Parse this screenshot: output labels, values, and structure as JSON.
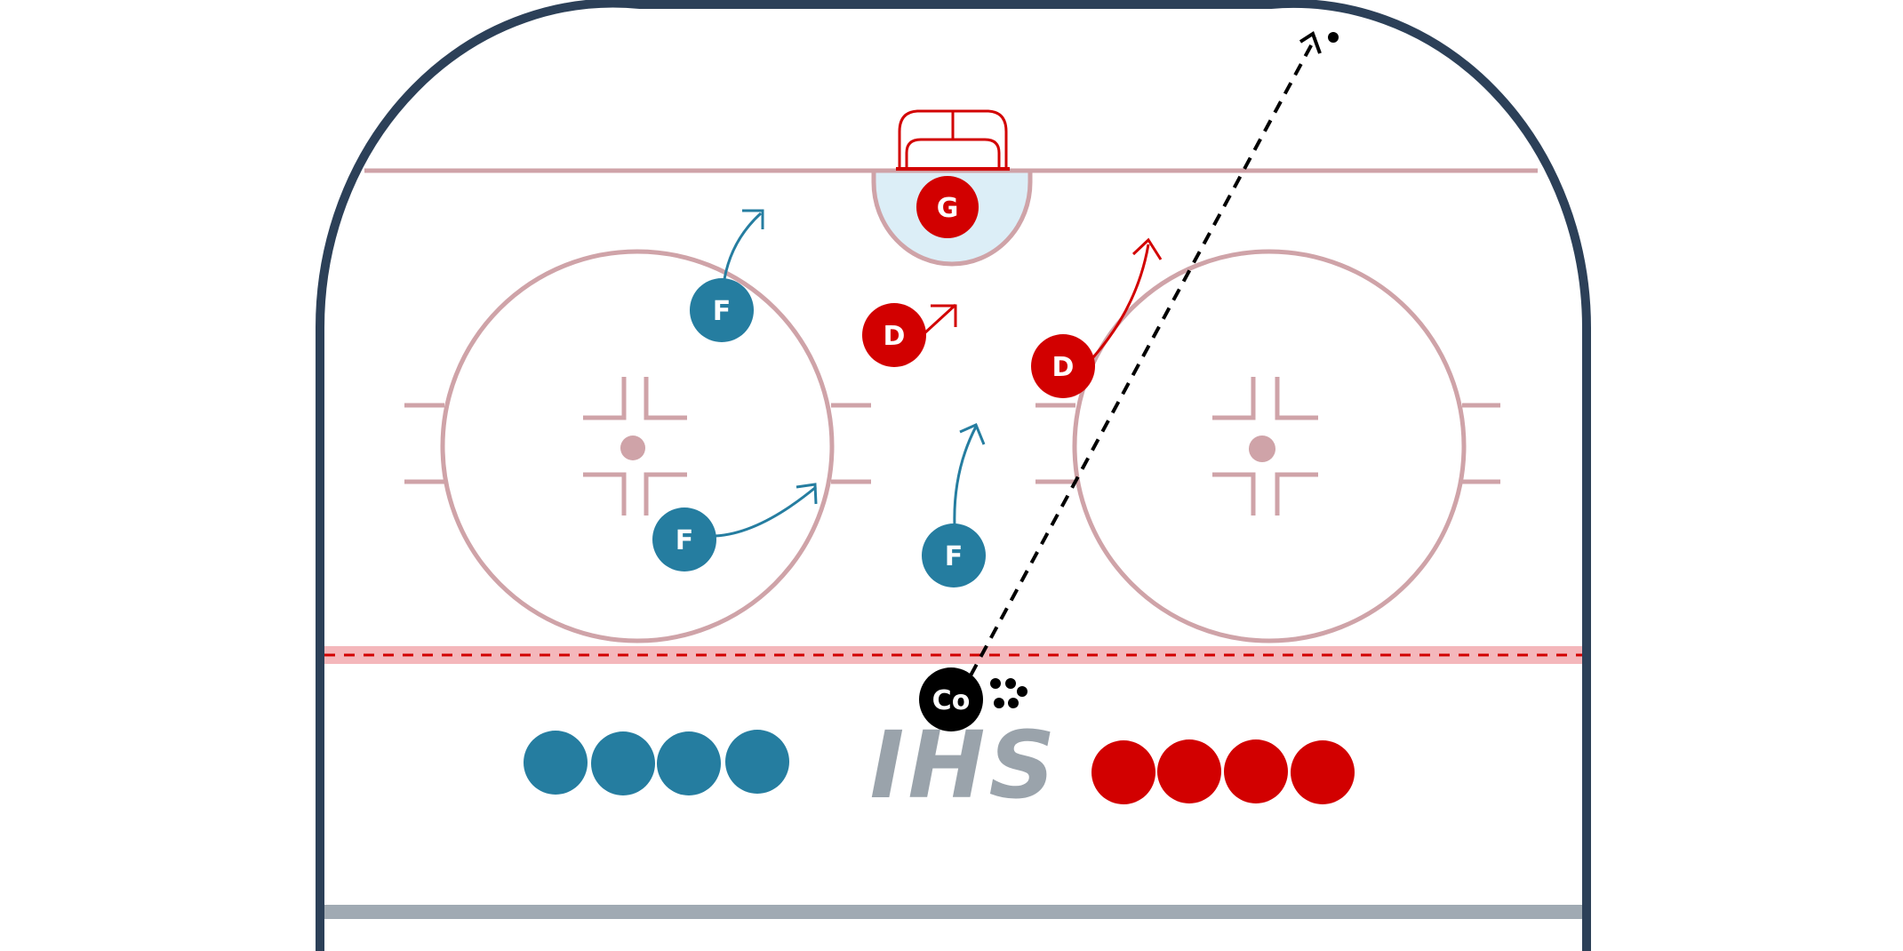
{
  "rink": {
    "board_color": "#2c4058",
    "line_color": "#cfa3a8",
    "crease_fill": "#dceef7",
    "blue_line_color": "#a0aab3"
  },
  "colors": {
    "team_blue": "#257da0",
    "team_red": "#d20000",
    "coach": "#000000",
    "logo": "#9aa3ab",
    "blueline_band": "#f4b7bb",
    "blueline_dash": "#d20000"
  },
  "players": {
    "goalie": "G",
    "defense_left": "D",
    "defense_right": "D",
    "forward_top": "F",
    "forward_bottom_left": "F",
    "forward_center": "F",
    "coach": "Co"
  },
  "logo": {
    "text": "IHS"
  },
  "icons": {
    "pucks": "puck-pile-icon",
    "net": "goal-net-icon"
  }
}
